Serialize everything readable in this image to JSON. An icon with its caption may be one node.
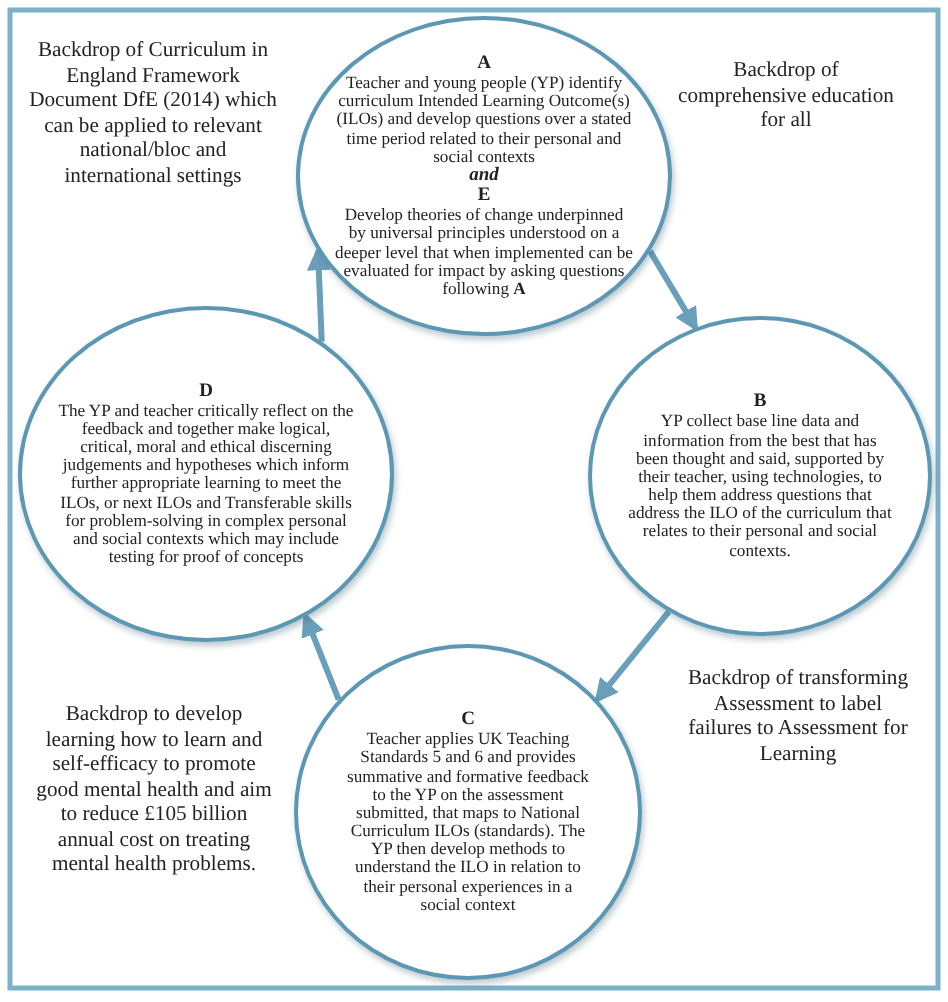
{
  "diagram": {
    "nodes": [
      {
        "text": [
          "A",
          "Teacher and young people (YP) identify curriculum Intended Learning Outcome(s) (ILOs) and develop questions over a stated time period related to their personal and social contexts",
          "and",
          "E",
          "Develop theories of change underpinned by universal principles understood on a deeper level that when implemented can be evaluated for impact by asking questions following **A**"
        ]
      },
      {
        "text": [
          "B",
          "YP collect base line data and information from the best that has been thought and said, supported by their teacher, using technologies, to help them address questions that address the ILO of the curriculum that relates to their personal and social contexts."
        ]
      },
      {
        "text": [
          "C",
          "Teacher applies UK Teaching Standards 5 and 6 and provides summative and formative feedback to the YP on the assessment submitted, that maps to National Curriculum ILOs (standards). The YP then develop methods to understand the ILO in relation to their personal experiences in a social context"
        ]
      },
      {
        "text": [
          "D",
          "The YP and teacher critically reflect on the feedback and together make logical, critical, moral and ethical discerning judgements and hypotheses which inform further appropriate learning to meet the ILOs, or next ILOs and Transferable skills for problem-solving in complex personal and social contexts which may include testing for proof of concepts"
        ]
      }
    ],
    "edges": [
      {
        "from": 0,
        "to": 1,
        "arrow": "to"
      },
      {
        "from": 1,
        "to": 2,
        "arrow": "to"
      },
      {
        "from": 2,
        "to": 3,
        "arrow": "to"
      },
      {
        "from": 3,
        "to": 0,
        "arrow": "to"
      }
    ],
    "labels": [
      "Backdrop of Curriculum in England Framework Document DfE (2014) which can be applied to relevant national/bloc and international settings",
      "Backdrop of comprehensive education for all",
      "Backdrop to develop learning how to learn and self-efficacy to promote good mental health and aim to reduce £105 billion annual cost on treating mental health problems.",
      "Backdrop of transforming Assessment to label failures to Assessment for Learning"
    ]
  }
}
